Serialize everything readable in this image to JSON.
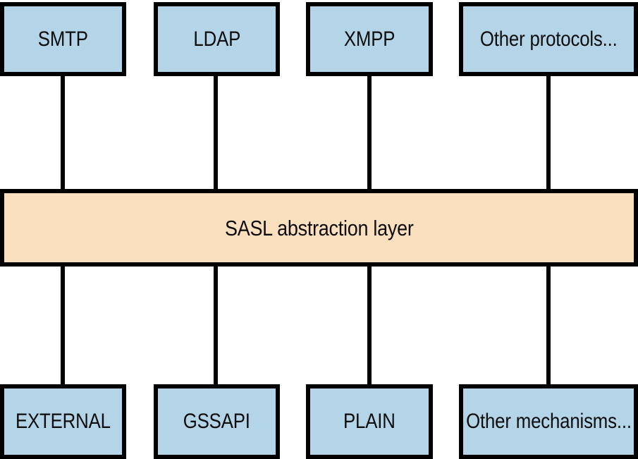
{
  "diagram": {
    "title": "SASL abstraction layer",
    "colors": {
      "node_fill": "#b4d4e8",
      "layer_fill": "#fbe0c0",
      "stroke": "#000000",
      "background": "#ffffff",
      "text": "#0d0d0d"
    },
    "top_row": {
      "role": "protocols",
      "nodes": [
        {
          "label": "SMTP"
        },
        {
          "label": "LDAP"
        },
        {
          "label": "XMPP"
        },
        {
          "label": "Other protocols..."
        }
      ]
    },
    "middle_layer": {
      "label": "SASL abstraction layer"
    },
    "bottom_row": {
      "role": "mechanisms",
      "nodes": [
        {
          "label": "EXTERNAL"
        },
        {
          "label": "GSSAPI"
        },
        {
          "label": "PLAIN"
        },
        {
          "label": "Other mechanisms..."
        }
      ]
    },
    "connectors": [
      {
        "from": "SMTP",
        "to": "SASL abstraction layer"
      },
      {
        "from": "LDAP",
        "to": "SASL abstraction layer"
      },
      {
        "from": "XMPP",
        "to": "SASL abstraction layer"
      },
      {
        "from": "Other protocols...",
        "to": "SASL abstraction layer"
      },
      {
        "from": "SASL abstraction layer",
        "to": "EXTERNAL"
      },
      {
        "from": "SASL abstraction layer",
        "to": "GSSAPI"
      },
      {
        "from": "SASL abstraction layer",
        "to": "PLAIN"
      },
      {
        "from": "SASL abstraction layer",
        "to": "Other mechanisms..."
      }
    ]
  }
}
